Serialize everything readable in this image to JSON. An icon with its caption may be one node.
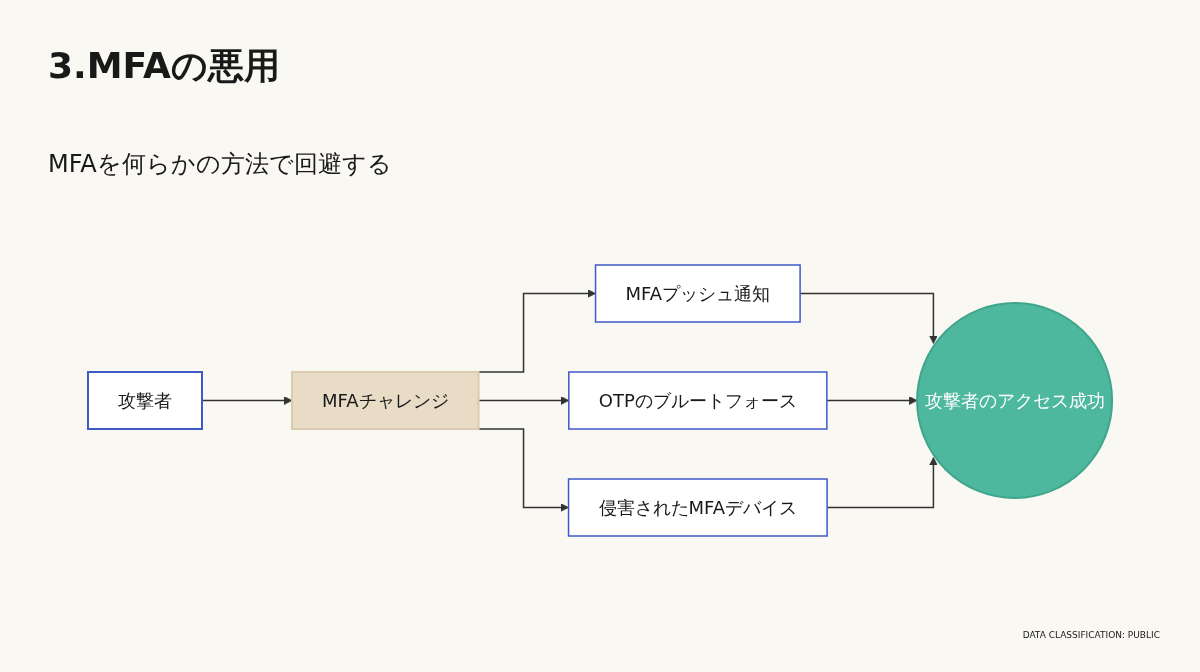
{
  "diagram": {
    "title": "3.MFAの悪用",
    "nodes": [
      {
        "text": [
          "攻撃者"
        ]
      },
      {
        "text": [
          "MFAチャレンジ"
        ]
      },
      {
        "text": [
          "MFAプッシュ通知"
        ]
      },
      {
        "text": [
          "OTPのブルートフォース"
        ]
      },
      {
        "text": [
          "侵害されたMFAデバイス"
        ]
      },
      {
        "text": [
          "攻撃者のアクセス成功"
        ]
      }
    ],
    "edges": [
      {
        "from": 0,
        "to": 1,
        "arrow": "to"
      },
      {
        "from": 1,
        "to": 2,
        "arrow": "to"
      },
      {
        "from": 1,
        "to": 3,
        "arrow": "to"
      },
      {
        "from": 1,
        "to": 4,
        "arrow": "to"
      },
      {
        "from": 2,
        "to": 5,
        "arrow": "to"
      },
      {
        "from": 3,
        "to": 5,
        "arrow": "to"
      },
      {
        "from": 4,
        "to": 5,
        "arrow": "to"
      }
    ],
    "labels": [
      "MFAを何らかの方法で回避する",
      "DATA CLASSIFICATION: PUBLIC"
    ]
  }
}
